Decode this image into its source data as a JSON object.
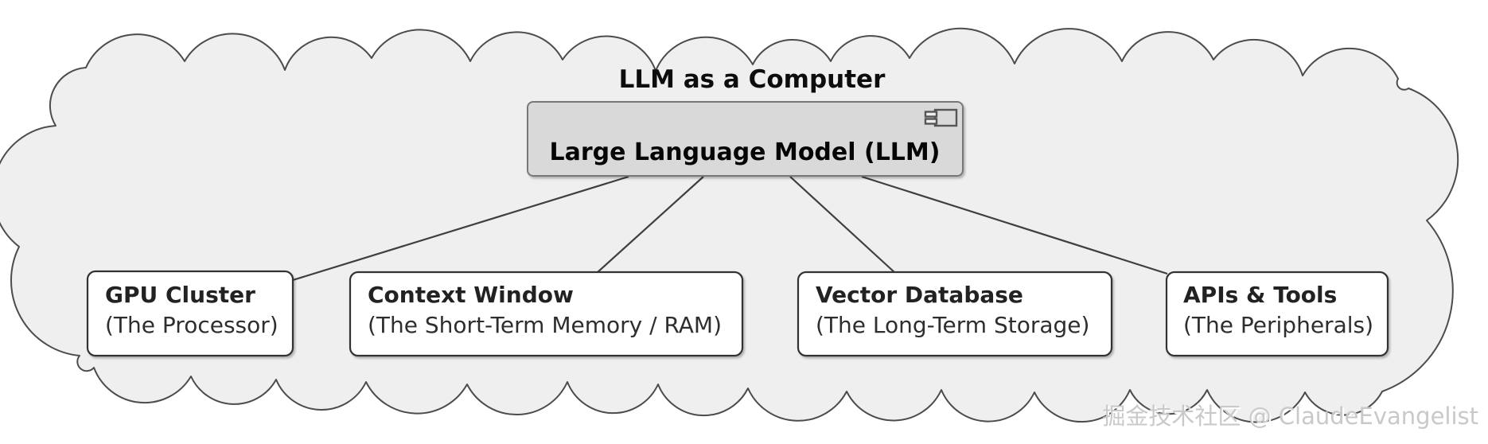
{
  "diagram": {
    "title": "LLM as a Computer",
    "main_node": {
      "id": "llm",
      "label": "Large Language Model (LLM)",
      "icon": "uml-component-icon"
    },
    "nodes": [
      {
        "id": "gpu",
        "title": "GPU Cluster",
        "subtitle": "(The Processor)"
      },
      {
        "id": "context",
        "title": "Context Window",
        "subtitle": "(The Short-Term Memory / RAM)"
      },
      {
        "id": "vectordb",
        "title": "Vector Database",
        "subtitle": "(The Long-Term Storage)"
      },
      {
        "id": "apis",
        "title": "APIs & Tools",
        "subtitle": "(The Peripherals)"
      }
    ],
    "edges": [
      {
        "from": "llm",
        "to": "gpu"
      },
      {
        "from": "llm",
        "to": "context"
      },
      {
        "from": "llm",
        "to": "vectordb"
      },
      {
        "from": "llm",
        "to": "apis"
      }
    ],
    "watermark": "掘金技术社区 @ ClaudeEvangelist",
    "colors": {
      "cloud_fill": "#efefef",
      "cloud_stroke": "#4c4c4c",
      "llm_box_fill": "#d9d9d9",
      "llm_box_stroke": "#787878",
      "node_fill": "#ffffff",
      "node_stroke": "#333333",
      "edge": "#3f3f3f",
      "watermark": "#c9c9c9"
    }
  }
}
